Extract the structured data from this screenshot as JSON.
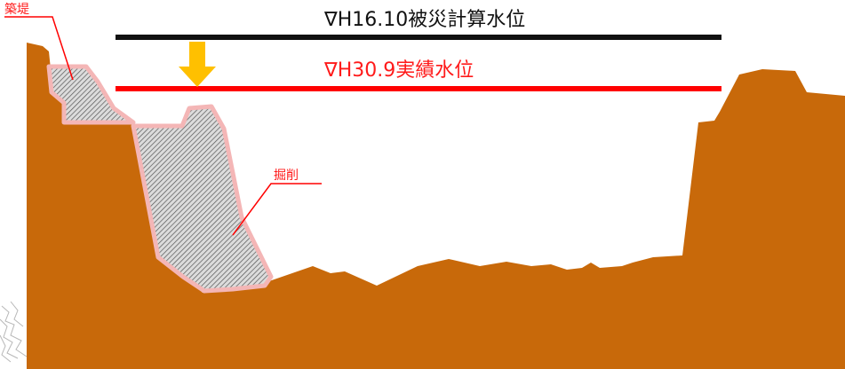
{
  "labels": {
    "levee": "築堤",
    "excavation": "掘削",
    "flood_level_h16": "∇H16.10被災計算水位",
    "flood_level_h30": "∇H30.9実績水位"
  },
  "colors": {
    "ground": "#C8690A",
    "hatch_fill": "#d9d9d9",
    "hatch_outline": "#f4b6b6",
    "line_h16": "#111111",
    "line_h30": "#ff0000",
    "arrow": "#FFC000",
    "leader": "#ff0000"
  }
}
